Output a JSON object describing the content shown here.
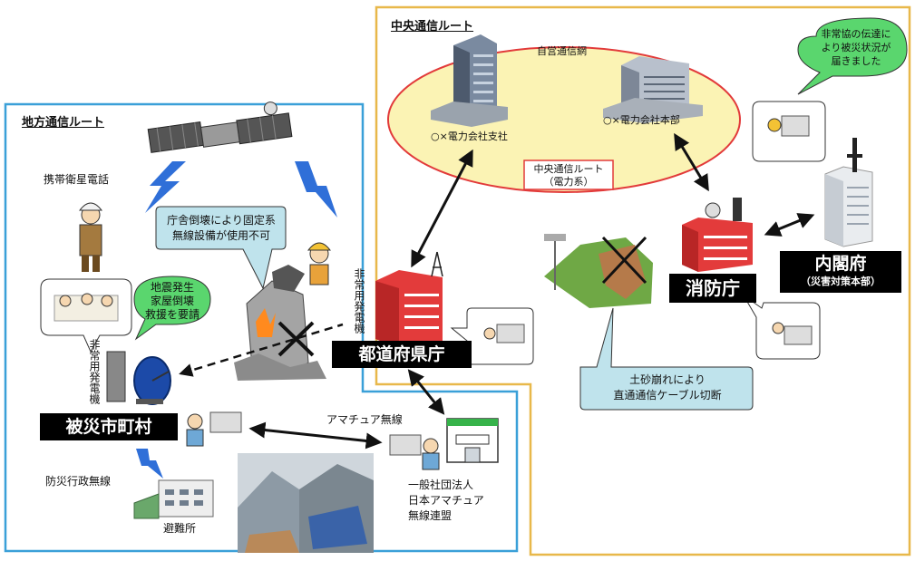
{
  "regional_route": {
    "title": "地方通信ルート"
  },
  "central_route": {
    "title": "中央通信ルート"
  },
  "private_network": {
    "title": "自営通信網",
    "branch": "○×電力会社支社",
    "hq": "○×電力会社本部",
    "route_line1": "中央通信ルート",
    "route_line2": "（電力系）"
  },
  "labels": {
    "satellite_phone": "携帯衛星電話",
    "gen_pref": "非常用発電機",
    "gen_muni": "非常用発電機",
    "disaster_radio": "防災行政無線",
    "shelter": "避難所",
    "amateur_radio": "アマチュア無線",
    "jarl_line1": "一般社団法人",
    "jarl_line2": "日本アマチュア",
    "jarl_line3": "無線連盟"
  },
  "entities": {
    "prefecture": "都道府県庁",
    "municipality": "被災市町村",
    "fdma": "消防庁",
    "cabinet": "内閣府",
    "cabinet_sub": "（災害対策本部）"
  },
  "bubbles": {
    "collapse_line1": "庁舎倒壊により固定系",
    "collapse_line2": "無線設備が使用不可",
    "quake_line1": "地震発生",
    "quake_line2": "家屋倒壊",
    "quake_line3": "救援を要請",
    "landslide_line1": "土砂崩れにより",
    "landslide_line2": "直通通信ケーブル切断",
    "report_line1": "非常協の伝達に",
    "report_line2": "より被災状況が",
    "report_line3": "届きました"
  },
  "colors": {
    "regional_border": "#3aa0d8",
    "central_border": "#e8b84a",
    "ellipse_fill": "#fbf3b4",
    "ellipse_stroke": "#e23a3a",
    "green_bubble": "#5ad66e",
    "blue_bubble": "#bfe3ec",
    "building_red": "#e33b3b",
    "lightning": "#2f6fd8"
  }
}
